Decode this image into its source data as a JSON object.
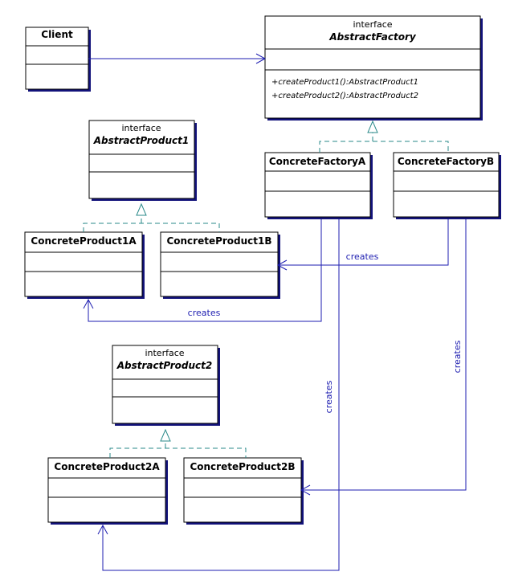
{
  "client": {
    "name": "Client"
  },
  "abstract_factory": {
    "stereotype": "interface",
    "name": "AbstractFactory",
    "methods": [
      "+createProduct1():AbstractProduct1",
      "+createProduct2():AbstractProduct2"
    ]
  },
  "abstract_product1": {
    "stereotype": "interface",
    "name": "AbstractProduct1"
  },
  "abstract_product2": {
    "stereotype": "interface",
    "name": "AbstractProduct2"
  },
  "concrete_factory_a": {
    "name": "ConcreteFactoryA"
  },
  "concrete_factory_b": {
    "name": "ConcreteFactoryB"
  },
  "concrete_product1a": {
    "name": "ConcreteProduct1A"
  },
  "concrete_product1b": {
    "name": "ConcreteProduct1B"
  },
  "concrete_product2a": {
    "name": "ConcreteProduct2A"
  },
  "concrete_product2b": {
    "name": "ConcreteProduct2B"
  },
  "relations": {
    "a_creates_1a": "creates",
    "b_creates_1b": "creates",
    "b_creates_2b": "creates",
    "a_creates_2a": "creates"
  },
  "colors": {
    "association": "#1d1db0",
    "realization": "#2a8a8a",
    "shadow": "#12127a"
  }
}
